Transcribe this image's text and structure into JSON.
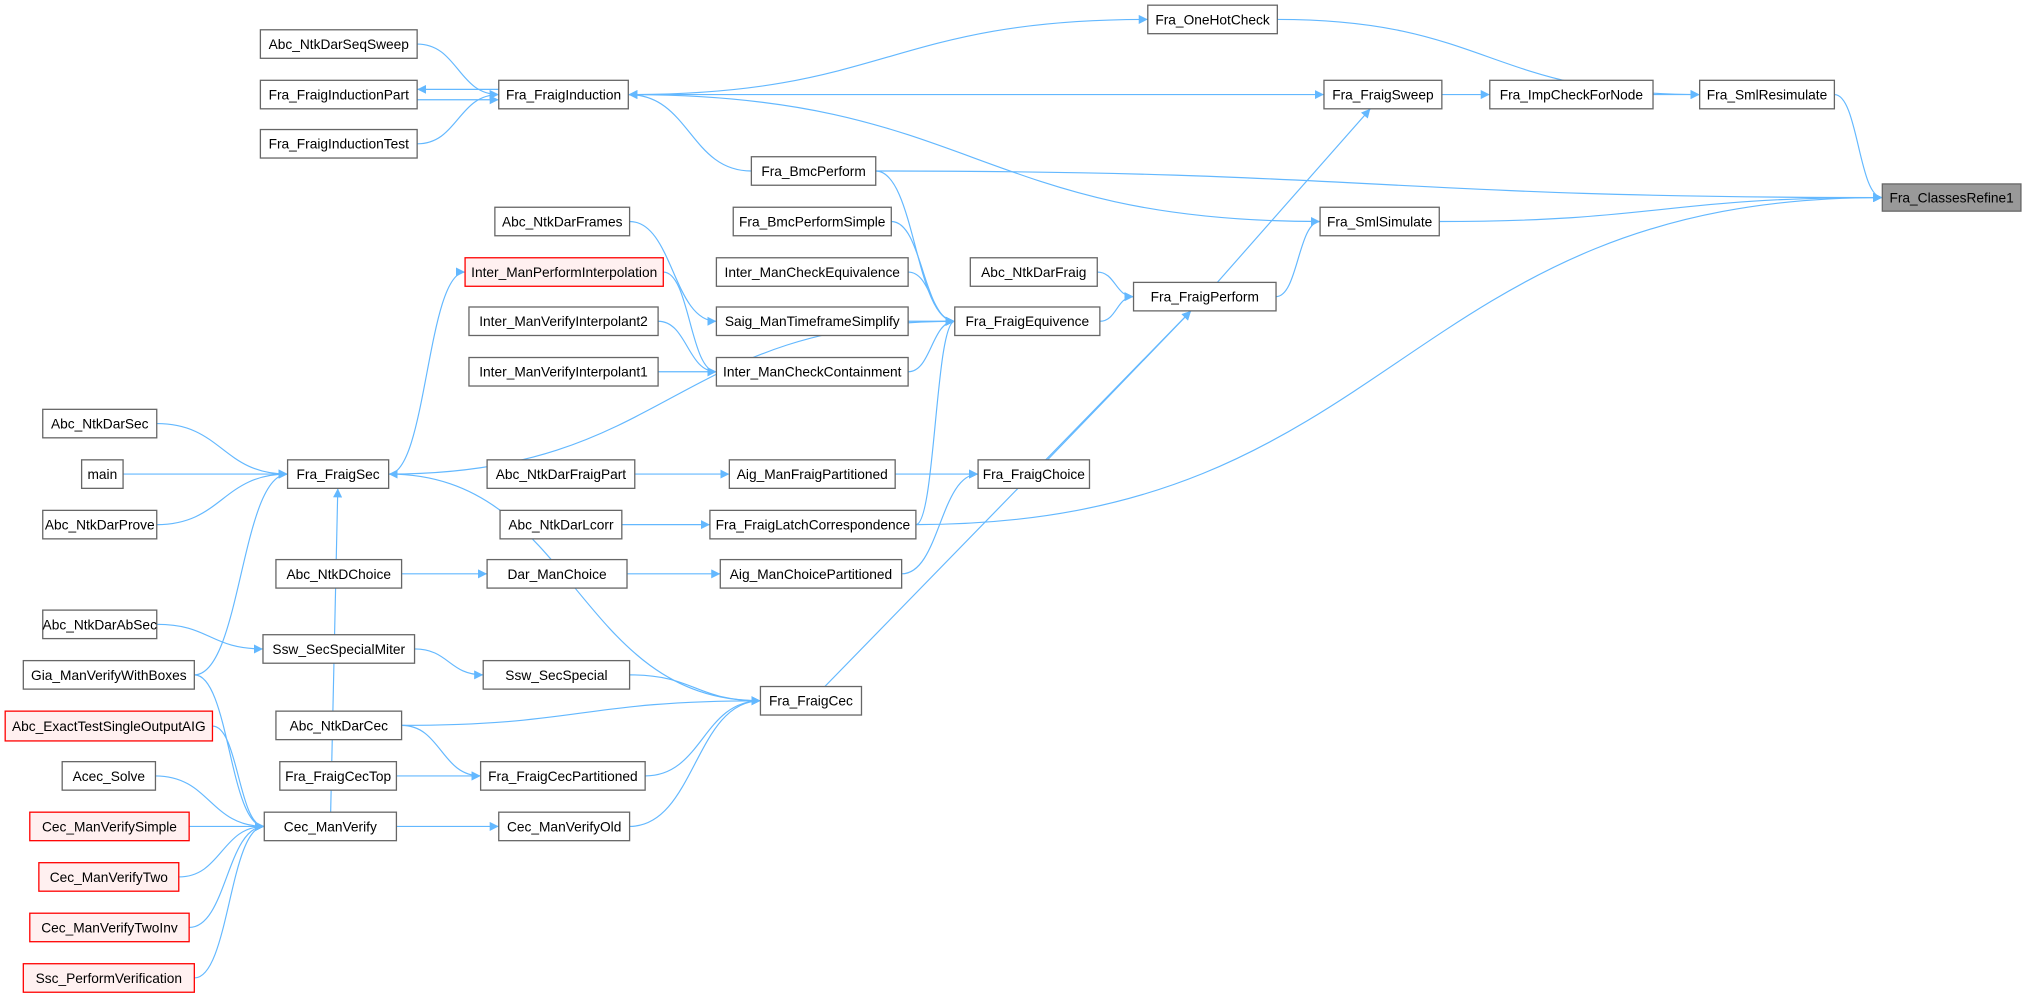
{
  "graph": {
    "title": "Fra_ClassesRefine1 caller graph",
    "colors": {
      "edge": "#63b8ff",
      "node_border": "#666666",
      "root_fill": "#999999",
      "truncated_border": "#ff0000",
      "truncated_fill": "#fff0f0"
    },
    "nodes": [
      {
        "label": "Fra_ClassesRefine1",
        "kind": "root"
      },
      {
        "label": "Fra_OneHotCheck"
      },
      {
        "label": "Fra_SmlResimulate"
      },
      {
        "label": "Fra_ImpCheckForNode"
      },
      {
        "label": "Fra_FraigSweep"
      },
      {
        "label": "Abc_NtkDarSeqSweep"
      },
      {
        "label": "Fra_FraigInduction"
      },
      {
        "label": "Fra_FraigInductionPart"
      },
      {
        "label": "Fra_FraigInductionTest"
      },
      {
        "label": "Fra_BmcPerform"
      },
      {
        "label": "Fra_SmlSimulate"
      },
      {
        "label": "Fra_BmcPerformSimple"
      },
      {
        "label": "Abc_NtkDarFrames"
      },
      {
        "label": "Inter_ManPerformInterpolation",
        "kind": "truncated"
      },
      {
        "label": "Inter_ManCheckEquivalence"
      },
      {
        "label": "Abc_NtkDarFraig"
      },
      {
        "label": "Fra_FraigPerform"
      },
      {
        "label": "Fra_FraigEquivence"
      },
      {
        "label": "Saig_ManTimeframeSimplify"
      },
      {
        "label": "Inter_ManVerifyInterpolant2"
      },
      {
        "label": "Inter_ManVerifyInterpolant1"
      },
      {
        "label": "Inter_ManCheckContainment"
      },
      {
        "label": "Abc_NtkDarSec"
      },
      {
        "label": "main"
      },
      {
        "label": "Abc_NtkDarProve"
      },
      {
        "label": "Fra_FraigSec"
      },
      {
        "label": "Abc_NtkDarFraigPart"
      },
      {
        "label": "Aig_ManFraigPartitioned"
      },
      {
        "label": "Fra_FraigChoice"
      },
      {
        "label": "Abc_NtkDarLcorr"
      },
      {
        "label": "Fra_FraigLatchCorrespondence"
      },
      {
        "label": "Abc_NtkDChoice"
      },
      {
        "label": "Dar_ManChoice"
      },
      {
        "label": "Aig_ManChoicePartitioned"
      },
      {
        "label": "Abc_NtkDarAbSec"
      },
      {
        "label": "Ssw_SecSpecialMiter"
      },
      {
        "label": "Gia_ManVerifyWithBoxes"
      },
      {
        "label": "Ssw_SecSpecial"
      },
      {
        "label": "Fra_FraigCec"
      },
      {
        "label": "Abc_NtkDarCec"
      },
      {
        "label": "Abc_ExactTestSingleOutputAIG",
        "kind": "truncated"
      },
      {
        "label": "Acec_Solve"
      },
      {
        "label": "Fra_FraigCecTop"
      },
      {
        "label": "Fra_FraigCecPartitioned"
      },
      {
        "label": "Cec_ManVerifySimple",
        "kind": "truncated"
      },
      {
        "label": "Cec_ManVerify"
      },
      {
        "label": "Cec_ManVerifyOld"
      },
      {
        "label": "Cec_ManVerifyTwo",
        "kind": "truncated"
      },
      {
        "label": "Cec_ManVerifyTwoInv",
        "kind": "truncated"
      },
      {
        "label": "Ssc_PerformVerification",
        "kind": "truncated"
      }
    ],
    "edges": [
      [
        "Fra_OneHotCheck",
        "Fra_SmlResimulate"
      ],
      [
        "Fra_SmlResimulate",
        "Fra_ClassesRefine1"
      ],
      [
        "Fra_ImpCheckForNode",
        "Fra_SmlResimulate"
      ],
      [
        "Fra_FraigSweep",
        "Fra_ImpCheckForNode"
      ],
      [
        "Fra_FraigInduction",
        "Fra_OneHotCheck"
      ],
      [
        "Fra_FraigInduction",
        "Fra_FraigSweep"
      ],
      [
        "Abc_NtkDarSeqSweep",
        "Fra_FraigInduction"
      ],
      [
        "Fra_FraigInductionPart",
        "Fra_FraigInduction"
      ],
      [
        "Fra_FraigInduction",
        "Fra_FraigInductionPart"
      ],
      [
        "Fra_FraigInductionTest",
        "Fra_FraigInduction"
      ],
      [
        "Fra_BmcPerform",
        "Fra_FraigInduction"
      ],
      [
        "Fra_BmcPerform",
        "Fra_ClassesRefine1"
      ],
      [
        "Fra_SmlSimulate",
        "Fra_FraigInduction"
      ],
      [
        "Fra_SmlSimulate",
        "Fra_ClassesRefine1"
      ],
      [
        "Fra_FraigPerform",
        "Fra_FraigSweep"
      ],
      [
        "Fra_FraigPerform",
        "Fra_SmlSimulate"
      ],
      [
        "Abc_NtkDarFraig",
        "Fra_FraigPerform"
      ],
      [
        "Fra_FraigEquivence",
        "Fra_FraigPerform"
      ],
      [
        "Fra_BmcPerform",
        "Fra_FraigEquivence"
      ],
      [
        "Fra_BmcPerformSimple",
        "Fra_FraigEquivence"
      ],
      [
        "Inter_ManCheckEquivalence",
        "Fra_FraigEquivence"
      ],
      [
        "Saig_ManTimeframeSimplify",
        "Fra_FraigEquivence"
      ],
      [
        "Inter_ManCheckContainment",
        "Fra_FraigEquivence"
      ],
      [
        "Fra_FraigSec",
        "Fra_FraigEquivence"
      ],
      [
        "Fra_FraigLatchCorrespondence",
        "Fra_FraigEquivence"
      ],
      [
        "Abc_NtkDarFrames",
        "Saig_ManTimeframeSimplify"
      ],
      [
        "Inter_ManPerformInterpolation",
        "Inter_ManCheckContainment"
      ],
      [
        "Inter_ManVerifyInterpolant2",
        "Inter_ManCheckContainment"
      ],
      [
        "Inter_ManVerifyInterpolant1",
        "Inter_ManCheckContainment"
      ],
      [
        "Fra_FraigSec",
        "Inter_ManPerformInterpolation"
      ],
      [
        "Abc_NtkDarSec",
        "Fra_FraigSec"
      ],
      [
        "main",
        "Fra_FraigSec"
      ],
      [
        "Abc_NtkDarProve",
        "Fra_FraigSec"
      ],
      [
        "Gia_ManVerifyWithBoxes",
        "Fra_FraigSec"
      ],
      [
        "Fra_FraigCec",
        "Fra_FraigSec"
      ],
      [
        "Cec_ManVerify",
        "Fra_FraigSec"
      ],
      [
        "Abc_NtkDarFraigPart",
        "Aig_ManFraigPartitioned"
      ],
      [
        "Aig_ManFraigPartitioned",
        "Fra_FraigChoice"
      ],
      [
        "Fra_FraigChoice",
        "Fra_FraigPerform"
      ],
      [
        "Fra_FraigCec",
        "Fra_FraigPerform"
      ],
      [
        "Abc_NtkDarLcorr",
        "Fra_FraigLatchCorrespondence"
      ],
      [
        "Fra_FraigLatchCorrespondence",
        "Fra_ClassesRefine1"
      ],
      [
        "Abc_NtkDChoice",
        "Dar_ManChoice"
      ],
      [
        "Dar_ManChoice",
        "Aig_ManChoicePartitioned"
      ],
      [
        "Aig_ManChoicePartitioned",
        "Fra_FraigChoice"
      ],
      [
        "Abc_NtkDarAbSec",
        "Ssw_SecSpecialMiter"
      ],
      [
        "Ssw_SecSpecialMiter",
        "Ssw_SecSpecial"
      ],
      [
        "Ssw_SecSpecial",
        "Fra_FraigCec"
      ],
      [
        "Abc_NtkDarCec",
        "Fra_FraigCec"
      ],
      [
        "Abc_NtkDarCec",
        "Fra_FraigCecPartitioned"
      ],
      [
        "Fra_FraigCecTop",
        "Fra_FraigCecPartitioned"
      ],
      [
        "Fra_FraigCecPartitioned",
        "Fra_FraigCec"
      ],
      [
        "Cec_ManVerify",
        "Cec_ManVerifyOld"
      ],
      [
        "Cec_ManVerifyOld",
        "Fra_FraigCec"
      ],
      [
        "Gia_ManVerifyWithBoxes",
        "Cec_ManVerify"
      ],
      [
        "Abc_ExactTestSingleOutputAIG",
        "Cec_ManVerify"
      ],
      [
        "Acec_Solve",
        "Cec_ManVerify"
      ],
      [
        "Cec_ManVerifySimple",
        "Cec_ManVerify"
      ],
      [
        "Cec_ManVerifyTwo",
        "Cec_ManVerify"
      ],
      [
        "Cec_ManVerifyTwoInv",
        "Cec_ManVerify"
      ],
      [
        "Ssc_PerformVerification",
        "Cec_ManVerify"
      ]
    ]
  }
}
